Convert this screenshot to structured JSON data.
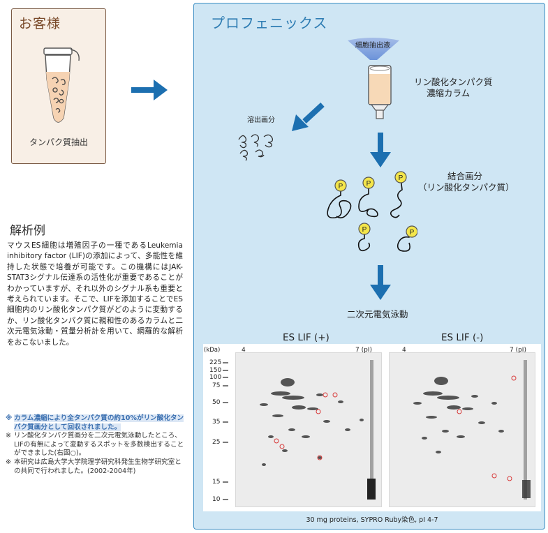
{
  "customer": {
    "title": "お客様",
    "label": "タンパク質抽出"
  },
  "analysis": {
    "title": "解析例",
    "body": "マウスES細胞は増殖因子の一種であるLeukemia inhibitory factor (LIF)の添加によって、多能性を維持した状態で培養が可能です。この機構にはJAK-STAT3シグナル伝達系の活性化が重要であることがわかっていますが、それ以外のシグナル系も重要と考えられています。そこで、LIFを添加することでES細胞内のリン酸化タンパク質がどのように変動するか、リン酸化タンパク質に親和性のあるカラムと二次元電気泳動・質量分析計を用いて、網羅的な解析をおこないました。",
    "notes": [
      {
        "mark": "※",
        "text": "カラム濃縮により全タンパク質の約10%がリン酸化タンパク質画分として回収されました。"
      },
      {
        "mark": "※",
        "text": "リン酸化タンパク質画分を二次元電気泳動したところ、LIFの有無によって変動するスポットを多数検出することができました(右図○)。"
      },
      {
        "mark": "※",
        "text": "本研究は広島大学大学院理学研究科発生生物学研究室との共同で行われました。(2002-2004年)"
      }
    ]
  },
  "process": {
    "title": "プロフェニックス",
    "lysate_label": "細胞抽出液",
    "column_label_1": "リン酸化タンパク質",
    "column_label_2": "濃縮カラム",
    "eluate_label": "溶出画分",
    "bound_label_1": "結合画分",
    "bound_label_2": "（リン酸化タンパク質）",
    "electrophoresis_label": "二次元電気泳動",
    "phospho_marker": "P"
  },
  "gels": {
    "kda_label": "(kDa)",
    "markers": [
      "225",
      "150",
      "100",
      "75",
      "50",
      "35",
      "25",
      "15",
      "10"
    ],
    "panels": [
      {
        "title": "ES LIF (+)",
        "ph_low": "4",
        "ph_high": "7 (pI)"
      },
      {
        "title": "ES LIF (-)",
        "ph_low": "4",
        "ph_high": "7 (pI)"
      }
    ],
    "caption": "30 mg proteins, SYPRO Ruby染色, pI 4-7"
  },
  "colors": {
    "arrow_blue": "#1c6fb0",
    "panel_bg": "#cfe6f4",
    "panel_border": "#3d8fc4",
    "customer_border": "#7a5a44",
    "phospho_yellow": "#f4e64a",
    "spot_red": "#d83a3a"
  }
}
